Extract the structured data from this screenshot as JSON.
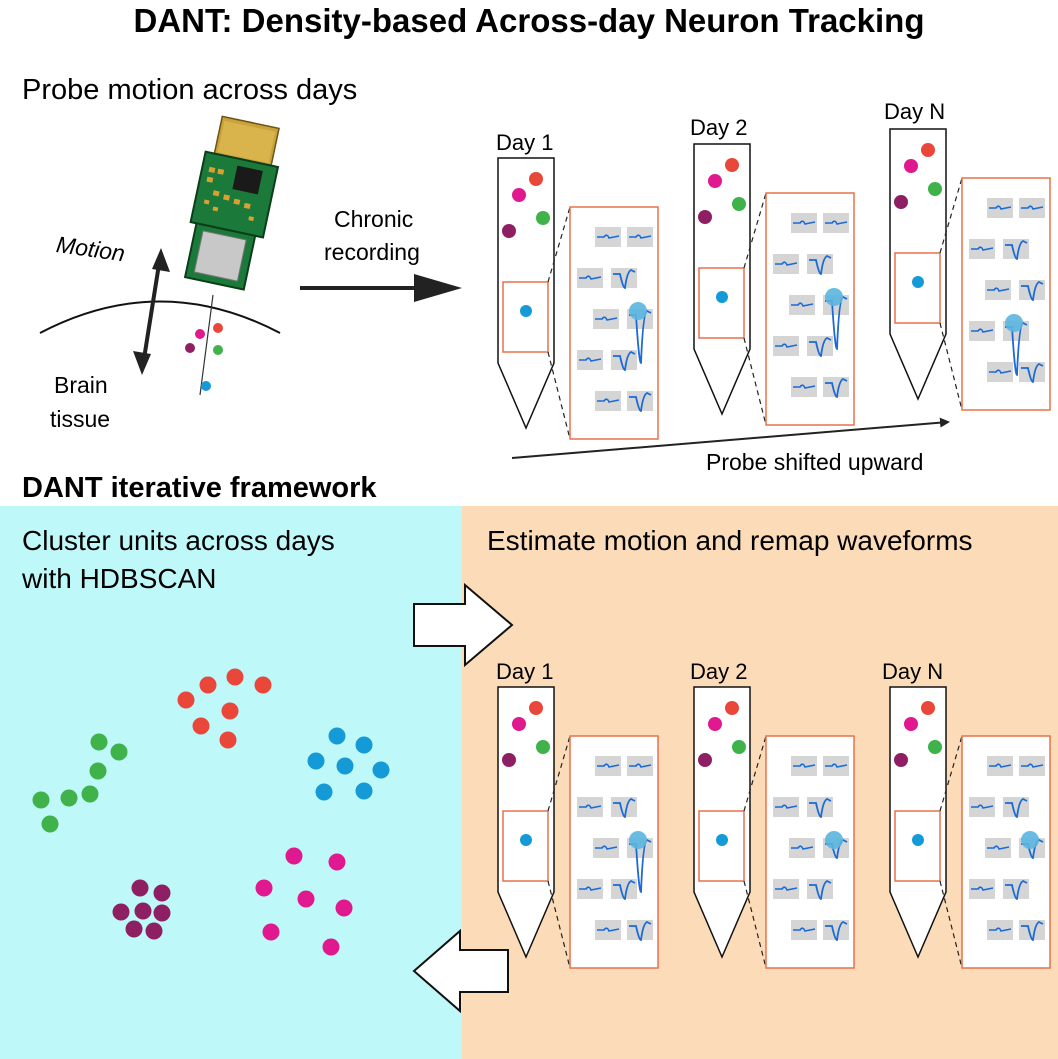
{
  "title": "DANT: Density-based Across-day Neuron Tracking",
  "top": {
    "heading": "Probe motion across days",
    "motion_label": "Motion",
    "tissue_label_1": "Brain",
    "tissue_label_2": "tissue",
    "chronic_1": "Chronic",
    "chronic_2": "recording",
    "days": [
      "Day 1",
      "Day 2",
      "Day N"
    ],
    "shift_label": "Probe shifted upward"
  },
  "framework": {
    "heading": "DANT iterative framework",
    "cluster_1": "Cluster units across days",
    "cluster_2": "with HDBSCAN",
    "estimate": "Estimate motion and remap waveforms",
    "days": [
      "Day 1",
      "Day 2",
      "Day N"
    ]
  },
  "colors": {
    "red": "#e8473a",
    "green": "#3fb24a",
    "magenta": "#e0198f",
    "purple": "#8e1f63",
    "blue": "#159ad8",
    "light_blue": "#5bb5e0",
    "orange_box": "#e8704a",
    "cyan_bg": "#bff8f9",
    "peach_bg": "#fcdcb8",
    "waveform": "#1a6ad8",
    "gray_tile": "#d5d5d5"
  }
}
